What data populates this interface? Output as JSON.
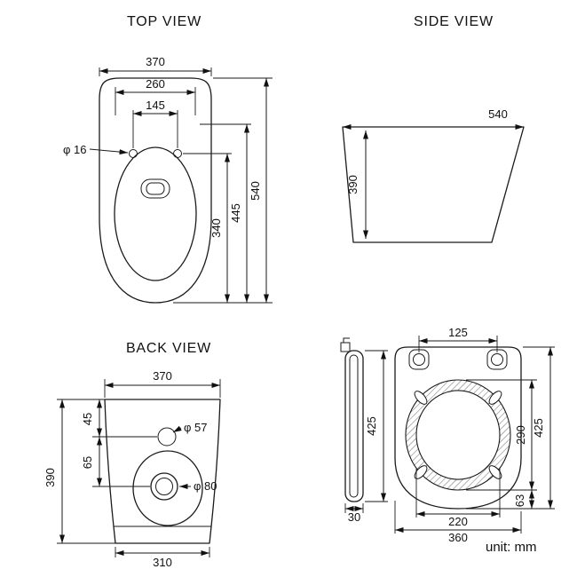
{
  "unit_label": "unit: mm",
  "top_view": {
    "title": "TOP VIEW",
    "dims": {
      "width": "370",
      "rim_width": "260",
      "hole_spacing": "145",
      "hole_dia": "φ 16",
      "length": "540",
      "length_to_holes": "445",
      "opening_length": "340"
    }
  },
  "side_view": {
    "title": "SIDE VIEW",
    "dims": {
      "length": "540",
      "height": "390"
    }
  },
  "back_view": {
    "title": "BACK VIEW",
    "dims": {
      "width_top": "370",
      "inlet_offset": "45",
      "inlet_dia": "φ 57",
      "inlet_to_outlet": "65",
      "height": "390",
      "outlet_dia": "φ 80",
      "width_bottom": "310"
    }
  },
  "seat_view": {
    "dims": {
      "hinge_spacing": "125",
      "side_length": "425",
      "thickness": "30",
      "opening_length": "290",
      "length": "425",
      "front_offset": "63",
      "opening_width": "220",
      "width": "360"
    }
  }
}
